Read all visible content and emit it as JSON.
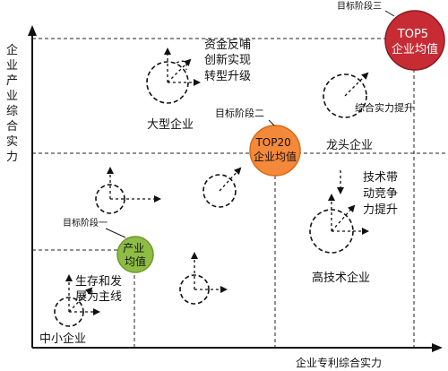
{
  "axes": {
    "x_label": "企业专利综合实力",
    "y_label": [
      "企",
      "业",
      "产",
      "业",
      "综",
      "合",
      "实",
      "力"
    ]
  },
  "milestones": {
    "stage1": {
      "tag": "目标阶段一",
      "lines": [
        "产业",
        "均值"
      ],
      "color": "#8fbc45",
      "edge": "#6a9a2a"
    },
    "stage2": {
      "tag": "目标阶段二",
      "lines": [
        "TOP20",
        "企业均值"
      ],
      "color": "#f5893a",
      "edge": "#d86a1a"
    },
    "stage3": {
      "tag": "目标阶段三",
      "lines": [
        "TOP5",
        "企业均值"
      ],
      "color": "#c72c35",
      "edge": "#8e1a22"
    }
  },
  "groups": {
    "small": {
      "label": "中小企业",
      "note": [
        "生存和发",
        "展为主线"
      ]
    },
    "large": {
      "label": "大型企业",
      "note": [
        "资金反哺",
        "创新实现",
        "转型升级"
      ]
    },
    "leader": {
      "label": "龙头企业",
      "note": "综合实力提升"
    },
    "hightech": {
      "label": "高技术企业",
      "note": [
        "技术带",
        "动竞争",
        "力提升"
      ]
    }
  }
}
